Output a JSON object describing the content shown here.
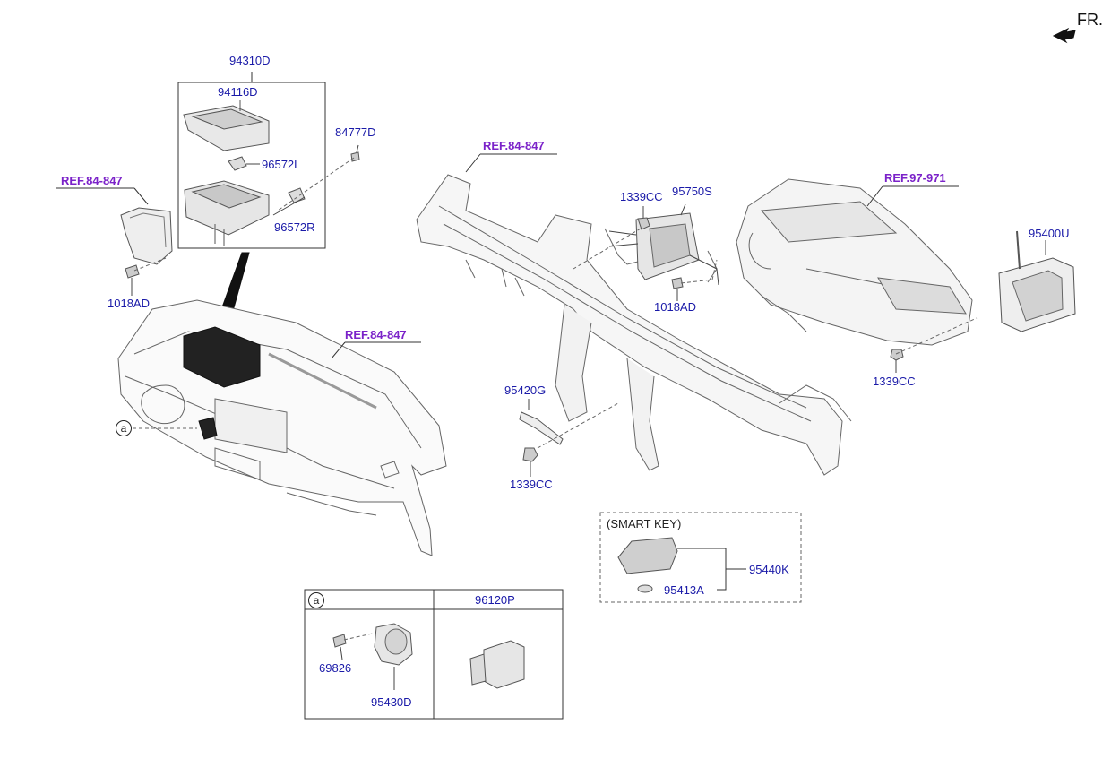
{
  "orientation": {
    "label": "FR."
  },
  "callouts": [
    {
      "id": "94310D",
      "text": "94310D"
    },
    {
      "id": "94116D",
      "text": "94116D"
    },
    {
      "id": "84777D",
      "text": "84777D"
    },
    {
      "id": "96572L",
      "text": "96572L"
    },
    {
      "id": "96572R",
      "text": "96572R"
    },
    {
      "id": "1018AD_left",
      "text": "1018AD"
    },
    {
      "id": "1339CC_top",
      "text": "1339CC"
    },
    {
      "id": "95750S",
      "text": "95750S"
    },
    {
      "id": "1018AD_mid",
      "text": "1018AD"
    },
    {
      "id": "95400U",
      "text": "95400U"
    },
    {
      "id": "1339CC_right",
      "text": "1339CC"
    },
    {
      "id": "95420G",
      "text": "95420G"
    },
    {
      "id": "1339CC_bottom",
      "text": "1339CC"
    },
    {
      "id": "95440K",
      "text": "95440K"
    },
    {
      "id": "95413A",
      "text": "95413A"
    },
    {
      "id": "96120P",
      "text": "96120P"
    },
    {
      "id": "69826",
      "text": "69826"
    },
    {
      "id": "95430D",
      "text": "95430D"
    }
  ],
  "references": [
    {
      "id": "ref_left",
      "text": "REF.84-847"
    },
    {
      "id": "ref_beam",
      "text": "REF.84-847"
    },
    {
      "id": "ref_dash",
      "text": "REF.84-847"
    },
    {
      "id": "ref_hvac",
      "text": "REF.97-971"
    }
  ],
  "smart_key": {
    "title": "(SMART KEY)"
  },
  "detail_box": {
    "marker": "a"
  },
  "dash_marker": "a",
  "colors": {
    "part_number": "#1a1aa8",
    "reference": "#7b22c9",
    "line": "#333333"
  }
}
